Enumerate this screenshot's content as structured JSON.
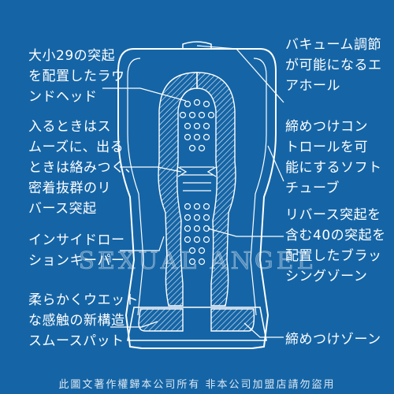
{
  "labels": {
    "round_head": "大小29の突起\nを配置したラウ\nンドヘッド",
    "vacuum_air_hole": "バキューム調節\nが可能になるエ\nアホール",
    "reverse_mechanism": "入るときはス\nムーズに、出る\nときは絡みつく、\n密着抜群のリ\nバース突起",
    "soft_tube": "締めつけコン\nトロールを可\n能にするソフト\nチューブ",
    "inside_roll": "インサイドロー\nションキーパー",
    "brushing_zone": "リバース突起を\n含む40の突起を\n配置したブラッ\nシングゾーン",
    "smooth_pad": "柔らかくウエット\nな感触の新構造\nスムースパット",
    "tightening_zone": "締めつけゾーン"
  },
  "watermark": "SEXUAL ANGEL",
  "footer": "此圖文著作權歸本公司所有 非本公司加盟店請勿盜用",
  "colors": {
    "background": "#1565a6",
    "line": "#ffffff"
  }
}
